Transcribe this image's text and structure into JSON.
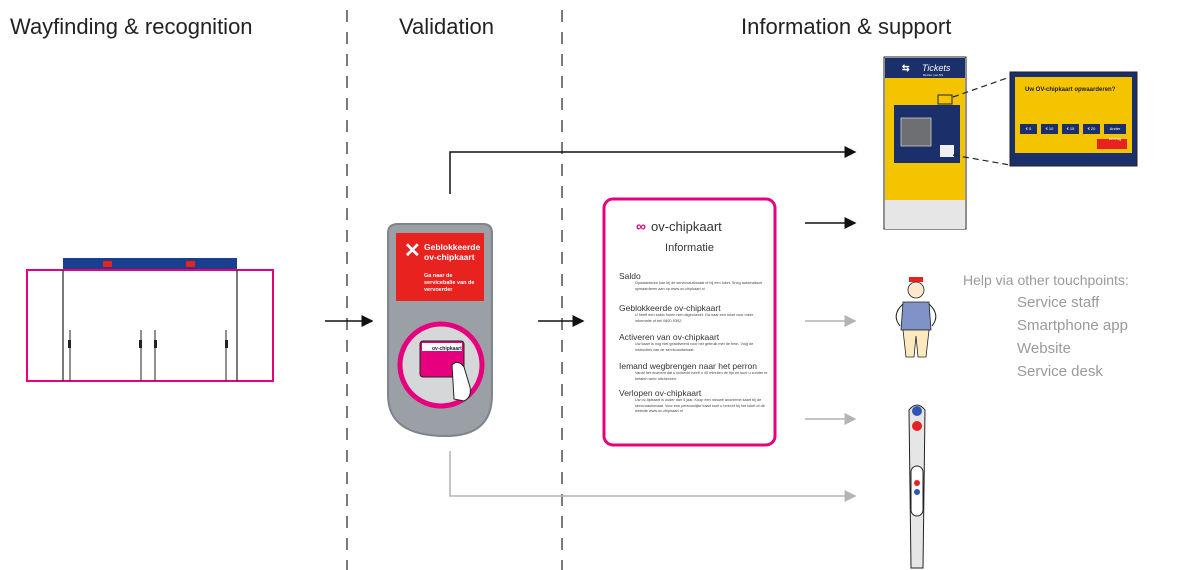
{
  "sections": {
    "wayfinding": "Wayfinding & recognition",
    "validation": "Validation",
    "information": "Information & support"
  },
  "validator": {
    "title": "Geblokkeerde ov-chipkaart",
    "message": "Ga naar de servicebalie van de vervoerder",
    "card_logo": "ov-chipkaart"
  },
  "poster": {
    "brand": "ov-chipkaart",
    "title": "Informatie",
    "sections": [
      {
        "heading": "Saldo",
        "body": "Opwaarderen kan bij de servicoautomaat of bij een loket. Sneg automatisch opwaarderen aan op www.ov-chipkaart.nl"
      },
      {
        "heading": "Geblokkeerde ov-chipkaart",
        "body": "U heeft een saldo fonen niet uitgecheckt. Ga naar een loket voor meer informatie of bel 0800-9392."
      },
      {
        "heading": "Activeren van ov-chipkaart",
        "body": "Uw kaart is nog niet geactiveerd voor het gebruik met de trein. Volg de instructies van de servicoautomaat."
      },
      {
        "heading": "Iemand wegbrengen naar het perron",
        "body": "Vanaf het moment dat u incheckt heeft u 40 minuten de tijd en kunt u zonder te betalen weer uitchecken."
      },
      {
        "heading": "Verlopen ov-chipkaart",
        "body": "Uw ov-tijdsaart is ouder dan 5 jaar. Koop een nieuwe anonieme kaart bij de servicoautomaat. Voor een persoonlijke kaart kunt u terecht bij het loket of de website www.ov-chipkaart.nl"
      }
    ]
  },
  "ticket_machine": {
    "label": "Tickets",
    "sublabel": "Reizen met NS",
    "screen_title": "Uw OV-chipkaart opwaarderen?",
    "amounts": [
      "€ 5",
      "€ 10",
      "€ 15",
      "€ 20",
      "Ander bedrag"
    ]
  },
  "help": {
    "heading": "Help via other touchpoints:",
    "items": [
      "Service staff",
      "Smartphone app",
      "Website",
      "Service desk"
    ]
  },
  "colors": {
    "magenta": "#e6007e",
    "ns_yellow": "#f5c400",
    "ns_blue": "#1b2f6b",
    "alert_red": "#e8231f",
    "validator_grey": "#9aa0a6",
    "gray_arrow": "#b4b4b4"
  }
}
